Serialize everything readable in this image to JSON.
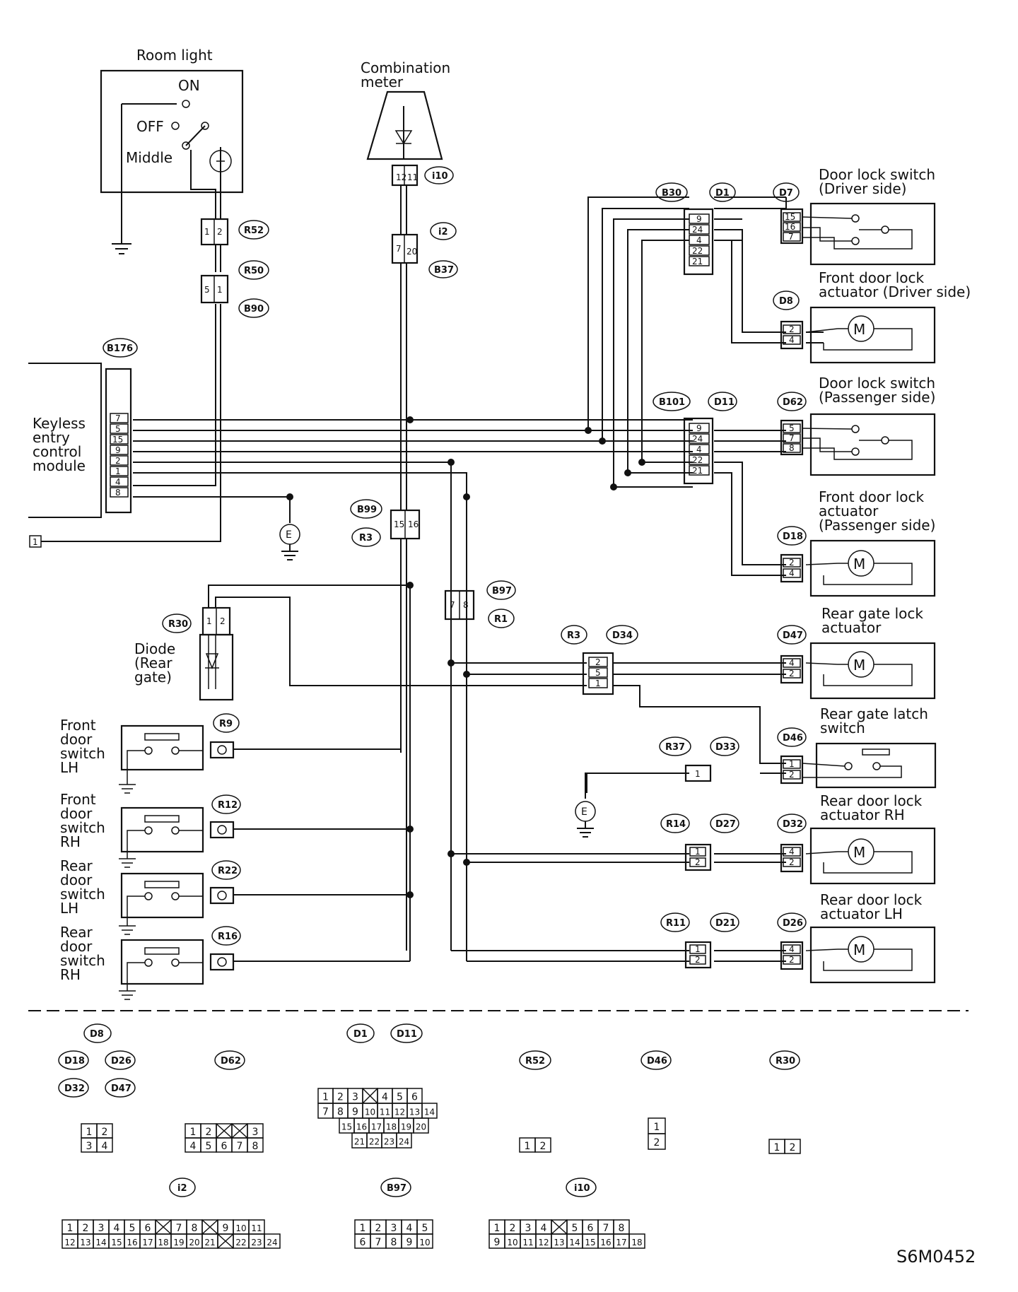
{
  "diagram_code": "S6M0452",
  "labels": {
    "room_light": "Room light",
    "on": "ON",
    "off": "OFF",
    "middle": "Middle",
    "combination_meter": [
      "Combination",
      "meter"
    ],
    "keyless": [
      "Keyless",
      "entry",
      "control",
      "module"
    ],
    "door_lock_switch_driver": [
      "Door lock switch",
      "(Driver side)"
    ],
    "front_actuator_driver": [
      "Front door lock",
      "actuator (Driver side)"
    ],
    "door_lock_switch_passenger": [
      "Door lock switch",
      "(Passenger side)"
    ],
    "front_actuator_passenger": [
      "Front door lock",
      "actuator",
      "(Passenger side)"
    ],
    "rear_gate_actuator": [
      "Rear gate lock",
      "actuator"
    ],
    "rear_gate_latch": [
      "Rear gate latch",
      "switch"
    ],
    "diode_rear_gate": [
      "Diode",
      "(Rear",
      "gate)"
    ],
    "front_door_switch_lh": [
      "Front",
      "door",
      "switch",
      "LH"
    ],
    "front_door_switch_rh": [
      "Front",
      "door",
      "switch",
      "RH"
    ],
    "rear_door_switch_lh": [
      "Rear",
      "door",
      "switch",
      "LH"
    ],
    "rear_door_switch_rh": [
      "Rear",
      "door",
      "switch",
      "RH"
    ],
    "rear_actuator_rh": [
      "Rear door lock",
      "actuator RH"
    ],
    "rear_actuator_lh": [
      "Rear door lock",
      "actuator LH"
    ],
    "ground": "E",
    "battery_ref": "1"
  },
  "connectors": {
    "r52": "R52",
    "r50": "R50",
    "b90": "B90",
    "i10": "i10",
    "i2": "i2",
    "b37": "B37",
    "b176": "B176",
    "b30": "B30",
    "d1": "D1",
    "d7": "D7",
    "d8": "D8",
    "b101": "B101",
    "d11": "D11",
    "d62": "D62",
    "d18": "D18",
    "b99": "B99",
    "r3a": "R3",
    "b97": "B97",
    "r1": "R1",
    "r30": "R30",
    "r3b": "R3",
    "d34": "D34",
    "d47": "D47",
    "d46": "D46",
    "r37": "R37",
    "d33": "D33",
    "r9": "R9",
    "r12": "R12",
    "r22": "R22",
    "r16": "R16",
    "r14": "R14",
    "d27": "D27",
    "d32": "D32",
    "r11": "R11",
    "d21": "D21",
    "d26": "D26"
  },
  "pins": {
    "r52": [
      "1",
      "2"
    ],
    "r50b90": [
      "5",
      "1"
    ],
    "i10": [
      "12",
      "11"
    ],
    "i2": [
      "7",
      "20"
    ],
    "b176": [
      "7",
      "5",
      "15",
      "9",
      "2",
      "1",
      "4",
      "8"
    ],
    "b30d1": [
      "9",
      "24",
      "4",
      "22",
      "21"
    ],
    "d7": [
      "15",
      "16",
      "7"
    ],
    "d8": [
      "2",
      "4"
    ],
    "b101d11": [
      "9",
      "24",
      "4",
      "22",
      "21"
    ],
    "d62": [
      "5",
      "7",
      "8"
    ],
    "d18": [
      "2",
      "4"
    ],
    "b99": [
      "15",
      "16"
    ],
    "b97": [
      "7",
      "8"
    ],
    "r30": [
      "1",
      "2"
    ],
    "d34": [
      "2",
      "5",
      "1"
    ],
    "d47": [
      "4",
      "2"
    ],
    "d46": [
      "1",
      "2"
    ],
    "d33": [
      "1"
    ],
    "r14d27": [
      "1",
      "2"
    ],
    "d32": [
      "4",
      "2"
    ],
    "r11d21": [
      "1",
      "2"
    ],
    "d26": [
      "4",
      "2"
    ]
  },
  "legend": {
    "tags_a": [
      "D8",
      "D18",
      "D26",
      "D32",
      "D47"
    ],
    "tags_b": [
      "D62"
    ],
    "tags_c": [
      "D1",
      "D11"
    ],
    "tags_d": [
      "R52"
    ],
    "tags_e": [
      "D46"
    ],
    "tags_f": [
      "R30"
    ],
    "tags_g": [
      "i2"
    ],
    "tags_h": [
      "B97"
    ],
    "tags_i": [
      "i10"
    ],
    "face_a": [
      [
        "1",
        "2"
      ],
      [
        "3",
        "4"
      ]
    ],
    "face_b": [
      [
        "1",
        "2",
        "",
        "",
        "3"
      ],
      [
        "4",
        "5",
        "6",
        "7",
        "8"
      ]
    ],
    "face_c": [
      [
        "1",
        "2",
        "3",
        "",
        "4",
        "5",
        "6"
      ],
      [
        "7",
        "8",
        "9",
        "10",
        "11",
        "12",
        "13",
        "14"
      ],
      [
        "15",
        "16",
        "17",
        "18",
        "19",
        "20"
      ],
      [
        "21",
        "22",
        "23",
        "24"
      ]
    ],
    "face_d": [
      "1",
      "2"
    ],
    "face_e": [
      "1",
      "2"
    ],
    "face_f": [
      "1",
      "2"
    ],
    "face_g": [
      [
        "1",
        "2",
        "3",
        "4",
        "5",
        "6",
        "",
        "7",
        "8",
        "",
        "9",
        "10",
        "11"
      ],
      [
        "12",
        "13",
        "14",
        "15",
        "16",
        "17",
        "18",
        "19",
        "20",
        "21",
        "",
        "22",
        "23",
        "24"
      ]
    ],
    "face_h": [
      [
        "1",
        "2",
        "3",
        "4",
        "5"
      ],
      [
        "6",
        "7",
        "8",
        "9",
        "10"
      ]
    ],
    "face_i": [
      [
        "1",
        "2",
        "3",
        "4",
        "",
        "5",
        "6",
        "7",
        "8"
      ],
      [
        "9",
        "10",
        "11",
        "12",
        "13",
        "14",
        "15",
        "16",
        "17",
        "18"
      ]
    ]
  }
}
